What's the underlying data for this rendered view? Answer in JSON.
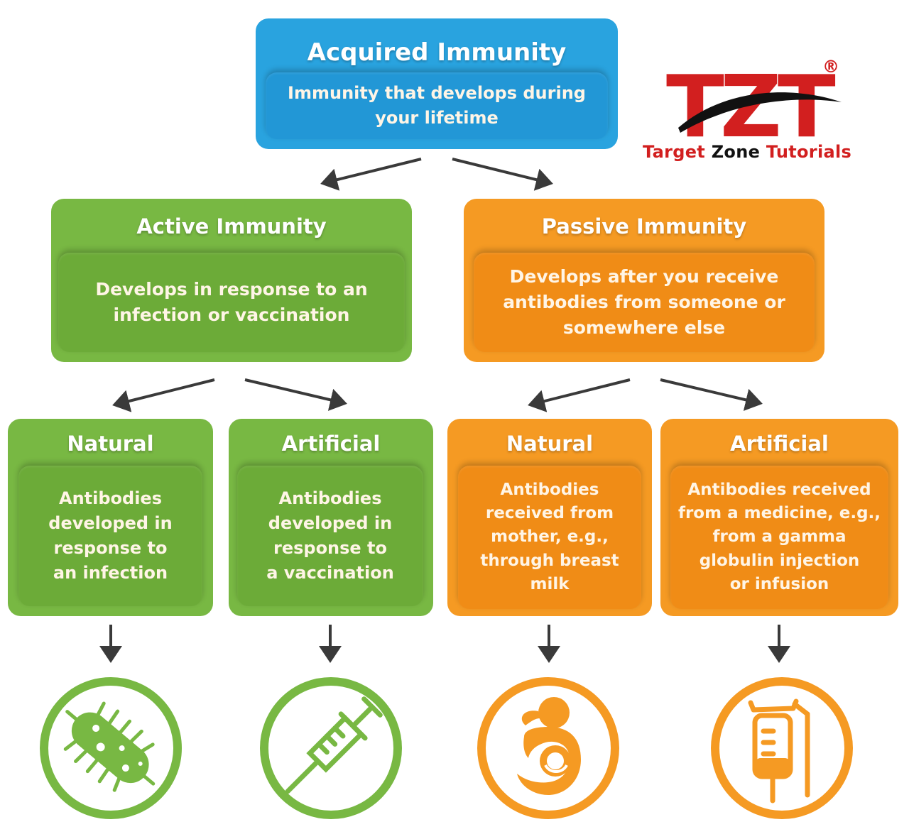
{
  "top": {
    "title": "Acquired Immunity",
    "description_lines": [
      "Immunity that develops during",
      "your lifetime"
    ]
  },
  "active": {
    "title": "Active Immunity",
    "description_lines": [
      "Develops in response to an",
      "infection or vaccination"
    ],
    "natural": {
      "title": "Natural",
      "lines": [
        "Antibodies",
        "developed in",
        "response to",
        "an infection"
      ],
      "icon": "bacteria-icon"
    },
    "artificial": {
      "title": "Artificial",
      "lines": [
        "Antibodies",
        "developed in",
        "response to",
        "a vaccination"
      ],
      "icon": "syringe-icon"
    }
  },
  "passive": {
    "title": "Passive Immunity",
    "description_lines": [
      "Develops after you receive",
      "antibodies from someone or",
      "somewhere else"
    ],
    "natural": {
      "title": "Natural",
      "lines": [
        "Antibodies",
        "received from",
        "mother, e.g.,",
        "through breast",
        "milk"
      ],
      "icon": "breastfeeding-icon"
    },
    "artificial": {
      "title": "Artificial",
      "lines": [
        "Antibodies received",
        "from a medicine, e.g.,",
        "from a gamma",
        "globulin injection",
        "or infusion"
      ],
      "icon": "iv-drip-icon"
    }
  },
  "logo": {
    "mark": "TZT",
    "registered": "®",
    "word1": "Target",
    "word2": "Zone",
    "word3": "Tutorials"
  },
  "colors": {
    "blue": "#29a3df",
    "green": "#78b843",
    "orange": "#f59a23",
    "arrow": "#3a3a3a",
    "logo_red": "#d21f1f"
  }
}
